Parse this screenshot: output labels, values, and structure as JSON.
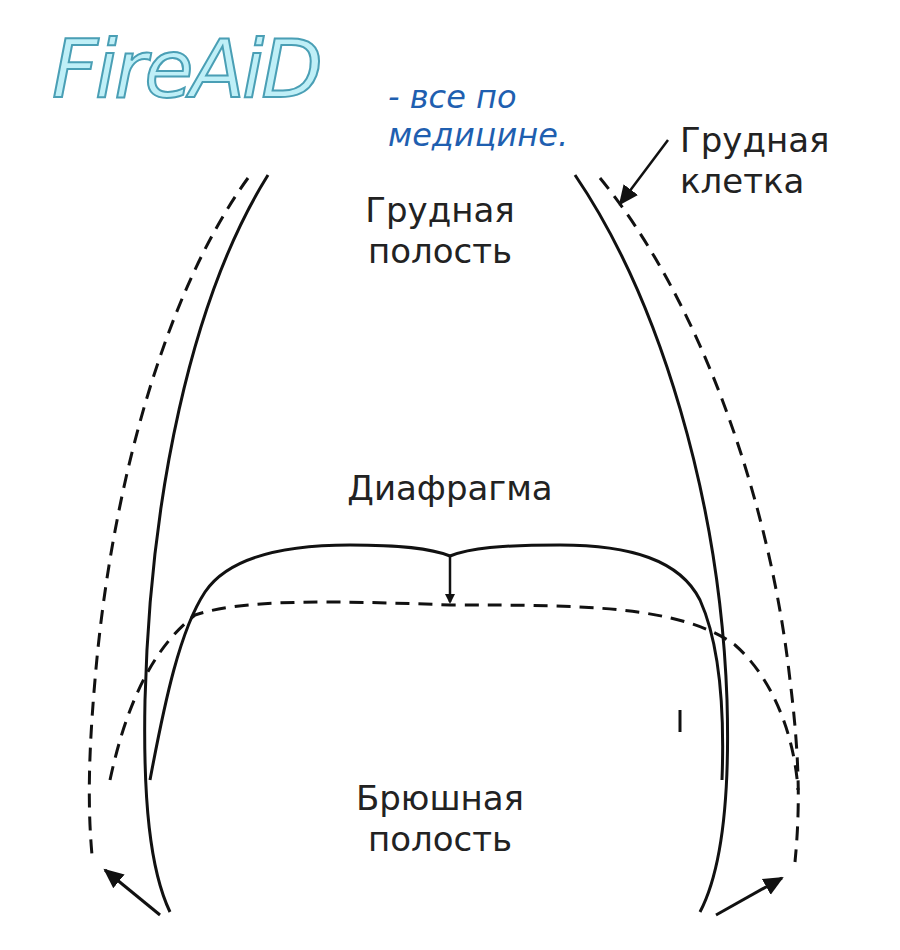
{
  "diagram": {
    "labels": [
      "FireAiD",
      "- все по медицине.",
      "Грудная клетка",
      "Грудная полость",
      "Диафрагма",
      "Брюшная полость"
    ]
  }
}
